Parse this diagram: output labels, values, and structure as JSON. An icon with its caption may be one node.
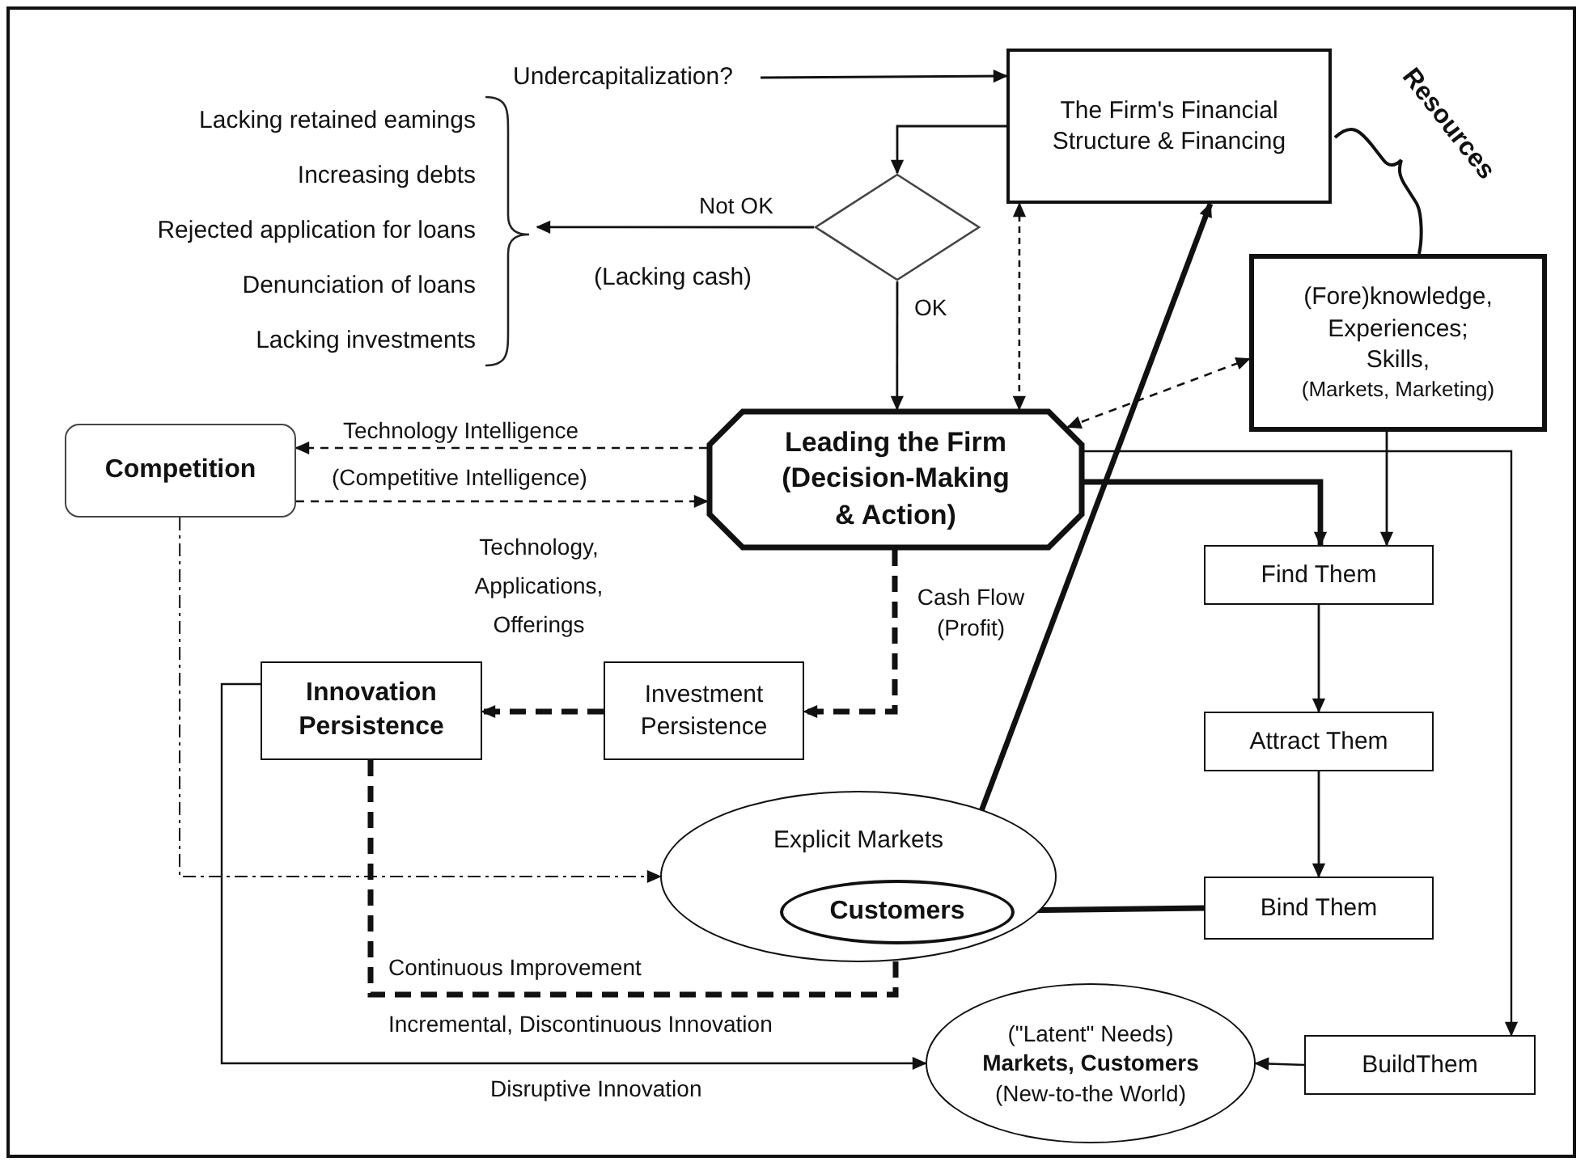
{
  "diagram": {
    "nodes": [
      {
        "text": [
          "Undercapitalization?"
        ]
      },
      {
        "text": [
          "The Firm's Financial Structure & Financing"
        ]
      },
      {
        "text": [],
        "shape": "diamond",
        "beside": [
          "(Lacking cash)"
        ]
      },
      {
        "text": [
          "Lacking retained eamings",
          "Increasing debts",
          "Rejected application for loans",
          "Denunciation of loans",
          "Lacking investments"
        ]
      },
      {
        "text": [
          "(Fore)knowledge, Experiences; Skills,",
          "(Markets, Marketing)"
        ]
      },
      {
        "text": [
          "Leading the Firm (Decision-Making & Action)"
        ]
      },
      {
        "text": [
          "Competition"
        ]
      },
      {
        "text": [
          "Find Them"
        ]
      },
      {
        "text": [
          "Attract Them"
        ]
      },
      {
        "text": [
          "Bind Them"
        ]
      },
      {
        "text": [
          "Investment Persistence"
        ]
      },
      {
        "text": [
          "Innovation Persistence"
        ]
      },
      {
        "text": [
          "Explicit Markets"
        ]
      },
      {
        "text": [
          "Customers"
        ],
        "in": 12
      },
      {
        "text": [
          "(\"Latent\" Needs) **Markets, Customers** (New-to-the World)"
        ]
      },
      {
        "text": [
          "BuildThem"
        ]
      }
    ],
    "edges": [
      {
        "from": 0,
        "to": 1,
        "arrow": "to"
      },
      {
        "from": 1,
        "to": 2,
        "arrow": "to"
      },
      {
        "from": 2,
        "to": 3,
        "arrow": "to",
        "label": "Not OK"
      },
      {
        "from": 2,
        "to": 5,
        "arrow": "to",
        "label": "OK"
      },
      {
        "from": 1,
        "to": 5,
        "arrow": "both",
        "style": "dashed"
      },
      {
        "from": 5,
        "to": 4,
        "arrow": "both",
        "style": "dashed"
      },
      {
        "from": 13,
        "to": 1,
        "arrow": "to",
        "style": "thick"
      },
      {
        "from": 5,
        "to": 6,
        "arrow": "to",
        "style": "dashed",
        "label": "Technology Intelligence"
      },
      {
        "from": 6,
        "to": 5,
        "arrow": "to",
        "style": "dashed",
        "label": "(Competitive Intelligence)"
      },
      {
        "from": 5,
        "to": 7,
        "arrow": "to",
        "style": "thick"
      },
      {
        "from": 4,
        "to": 7,
        "arrow": "to"
      },
      {
        "from": 5,
        "to": 15,
        "arrow": "to"
      },
      {
        "from": 7,
        "to": 8,
        "arrow": "to"
      },
      {
        "from": 8,
        "to": 9,
        "arrow": "to"
      },
      {
        "from": 9,
        "to": 13,
        "arrow": "to",
        "style": "thick"
      },
      {
        "from": 15,
        "to": 14,
        "arrow": "to"
      },
      {
        "from": 5,
        "to": 10,
        "arrow": "to",
        "style": "dashed",
        "label": "Cash Flow (Profit)"
      },
      {
        "from": 10,
        "to": 11,
        "arrow": "to",
        "style": "dashed",
        "label": "Technology, Applications, Offerings"
      },
      {
        "from": 6,
        "to": 12,
        "arrow": "to",
        "style": "dashed"
      },
      {
        "from": 11,
        "to": 13,
        "arrow": "to",
        "style": "dashed",
        "label": "Continuous Improvement"
      },
      {
        "from": 11,
        "to": 14,
        "arrow": "to",
        "label": "Disruptive Innovation"
      }
    ],
    "labels": [
      "Incremental, Discontinuous Innovation",
      "Resources"
    ]
  }
}
